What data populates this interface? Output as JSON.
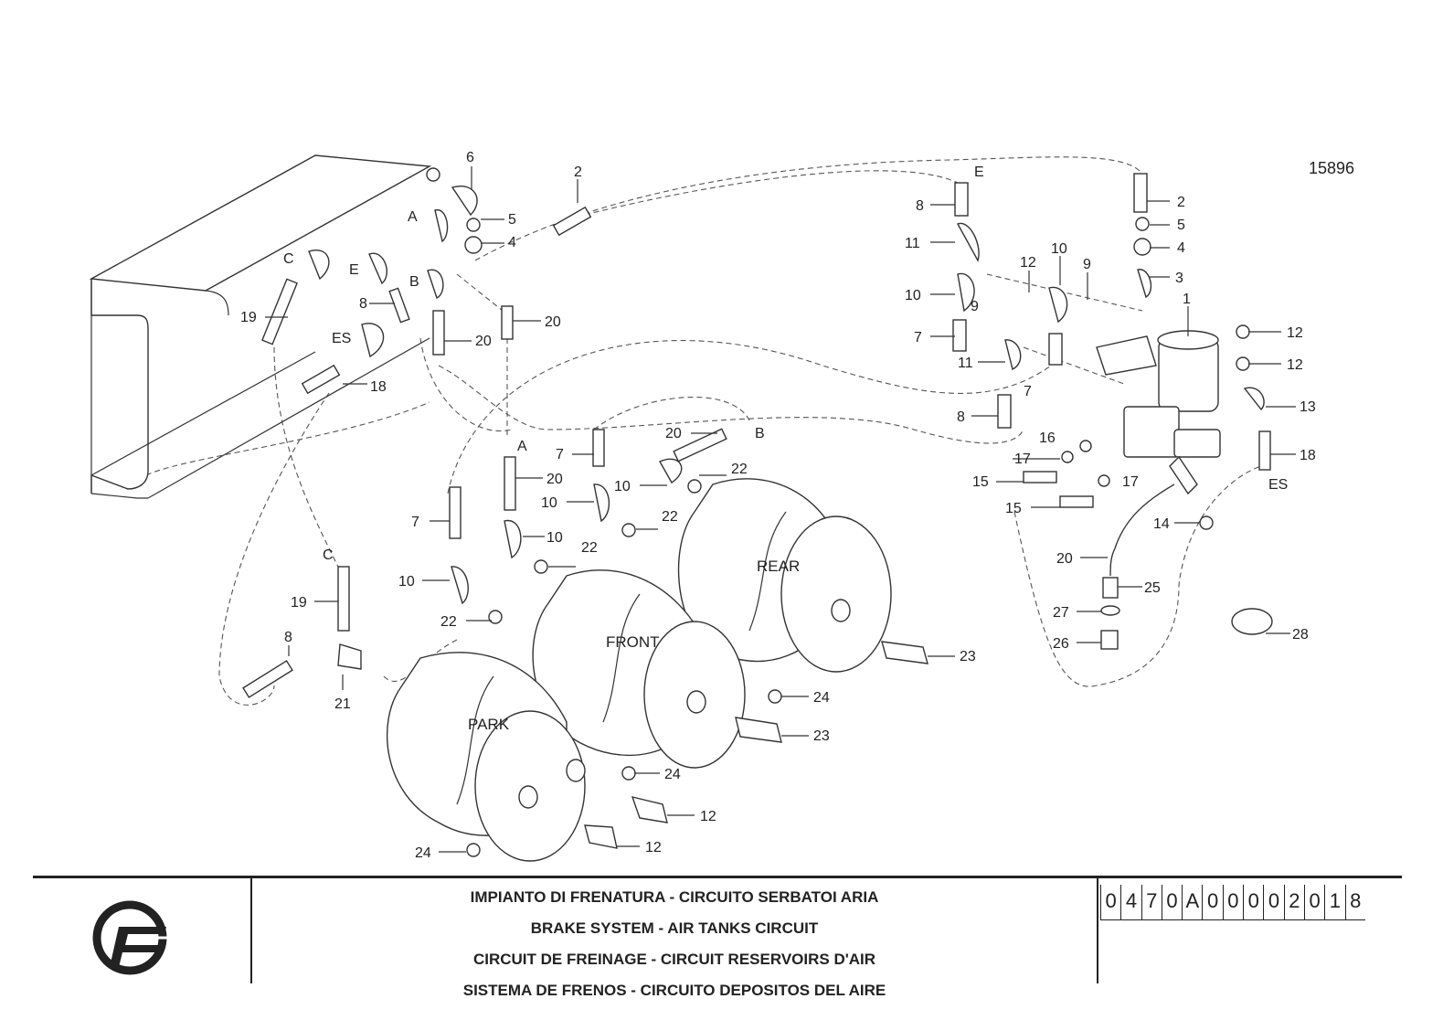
{
  "drawing_number": "15896",
  "title_block": {
    "lines": [
      "IMPIANTO DI FRENATURA - CIRCUITO SERBATOI ARIA",
      "BRAKE SYSTEM - AIR TANKS CIRCUIT",
      "CIRCUIT DE FREINAGE - CIRCUIT RESERVOIRS D'AIR",
      "SISTEMA DE FRENOS - CIRCUITO DEPOSITOS DEL AIRE"
    ],
    "code_digits": [
      "0",
      "4",
      "7",
      "0",
      "A",
      "0",
      "0",
      "0",
      "0",
      "2",
      "0",
      "1",
      "8"
    ],
    "logo": "brand-logo-icon"
  },
  "tanks": {
    "rear": "REAR",
    "front": "FRONT",
    "park": "PARK"
  },
  "callouts": {
    "c6": "6",
    "c2a": "2",
    "cA1": "A",
    "c5a": "5",
    "c4a": "4",
    "cC1": "C",
    "cE1": "E",
    "cB1": "B",
    "c8a": "8",
    "c19a": "19",
    "cES1": "ES",
    "c20a": "20",
    "c20b": "20",
    "c18a": "18",
    "cE2": "E",
    "c8b": "8",
    "c11a": "11",
    "c10a": "10",
    "c9a": "9",
    "c12a": "12",
    "c10b": "10",
    "c9b": "9",
    "c7a": "7",
    "c11b": "11",
    "c7b": "7",
    "c8c": "8",
    "c2b": "2",
    "c5b": "5",
    "c4b": "4",
    "c3": "3",
    "c1": "1",
    "c12b": "12",
    "c12c": "12",
    "c13": "13",
    "c18b": "18",
    "cES2": "ES",
    "c16": "16",
    "c17a": "17",
    "c17b": "17",
    "c15a": "15",
    "c15b": "15",
    "c14": "14",
    "c20c": "20",
    "c25": "25",
    "c27": "27",
    "c26": "26",
    "c28": "28",
    "c20d": "20",
    "cB2": "B",
    "c7c": "7",
    "cA2": "A",
    "c20e": "20",
    "c10c": "10",
    "c22a": "22",
    "c10d": "10",
    "c22b": "22",
    "c10e": "10",
    "c22c": "22",
    "c7d": "7",
    "c10f": "10",
    "c22d": "22",
    "cC2": "C",
    "c19b": "19",
    "c8d": "8",
    "c21": "21",
    "c23a": "23",
    "c24a": "24",
    "c23b": "23",
    "c24b": "24",
    "c12d": "12",
    "c12e": "12",
    "c24c": "24"
  }
}
